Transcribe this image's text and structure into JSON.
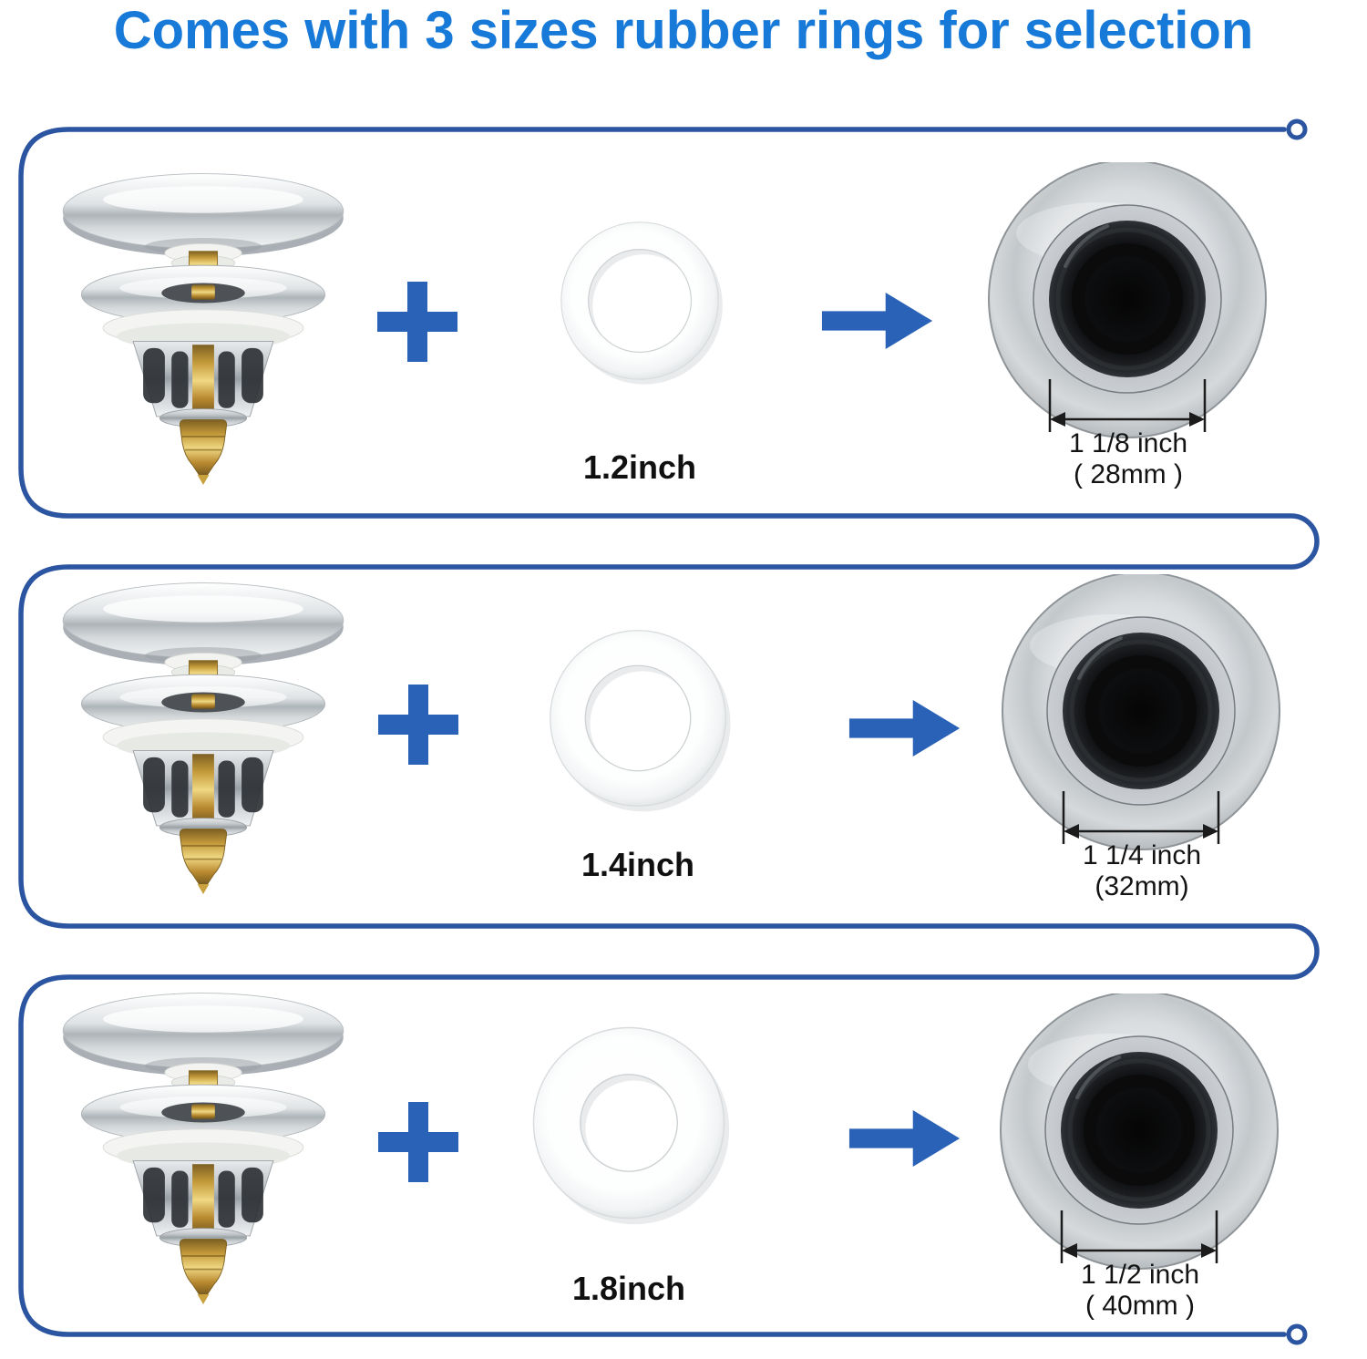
{
  "title": "Comes with 3 sizes rubber rings for selection",
  "colors": {
    "title_text": "#187ad8",
    "flow_path": "#2b55a0",
    "plus_arrow": "#2a62b8"
  },
  "icons": {
    "combine": "plus-icon",
    "result": "arrow-right-icon",
    "flow_markers": "circle-endpoint-icon"
  },
  "rows": [
    {
      "ring_label": "1.2inch",
      "result_size_inch": "1 1/8 inch",
      "result_size_mm": "( 28mm )"
    },
    {
      "ring_label": "1.4inch",
      "result_size_inch": "1 1/4 inch",
      "result_size_mm": "(32mm)"
    },
    {
      "ring_label": "1.8inch",
      "result_size_inch": "1 1/2 inch",
      "result_size_mm": "( 40mm )"
    }
  ]
}
